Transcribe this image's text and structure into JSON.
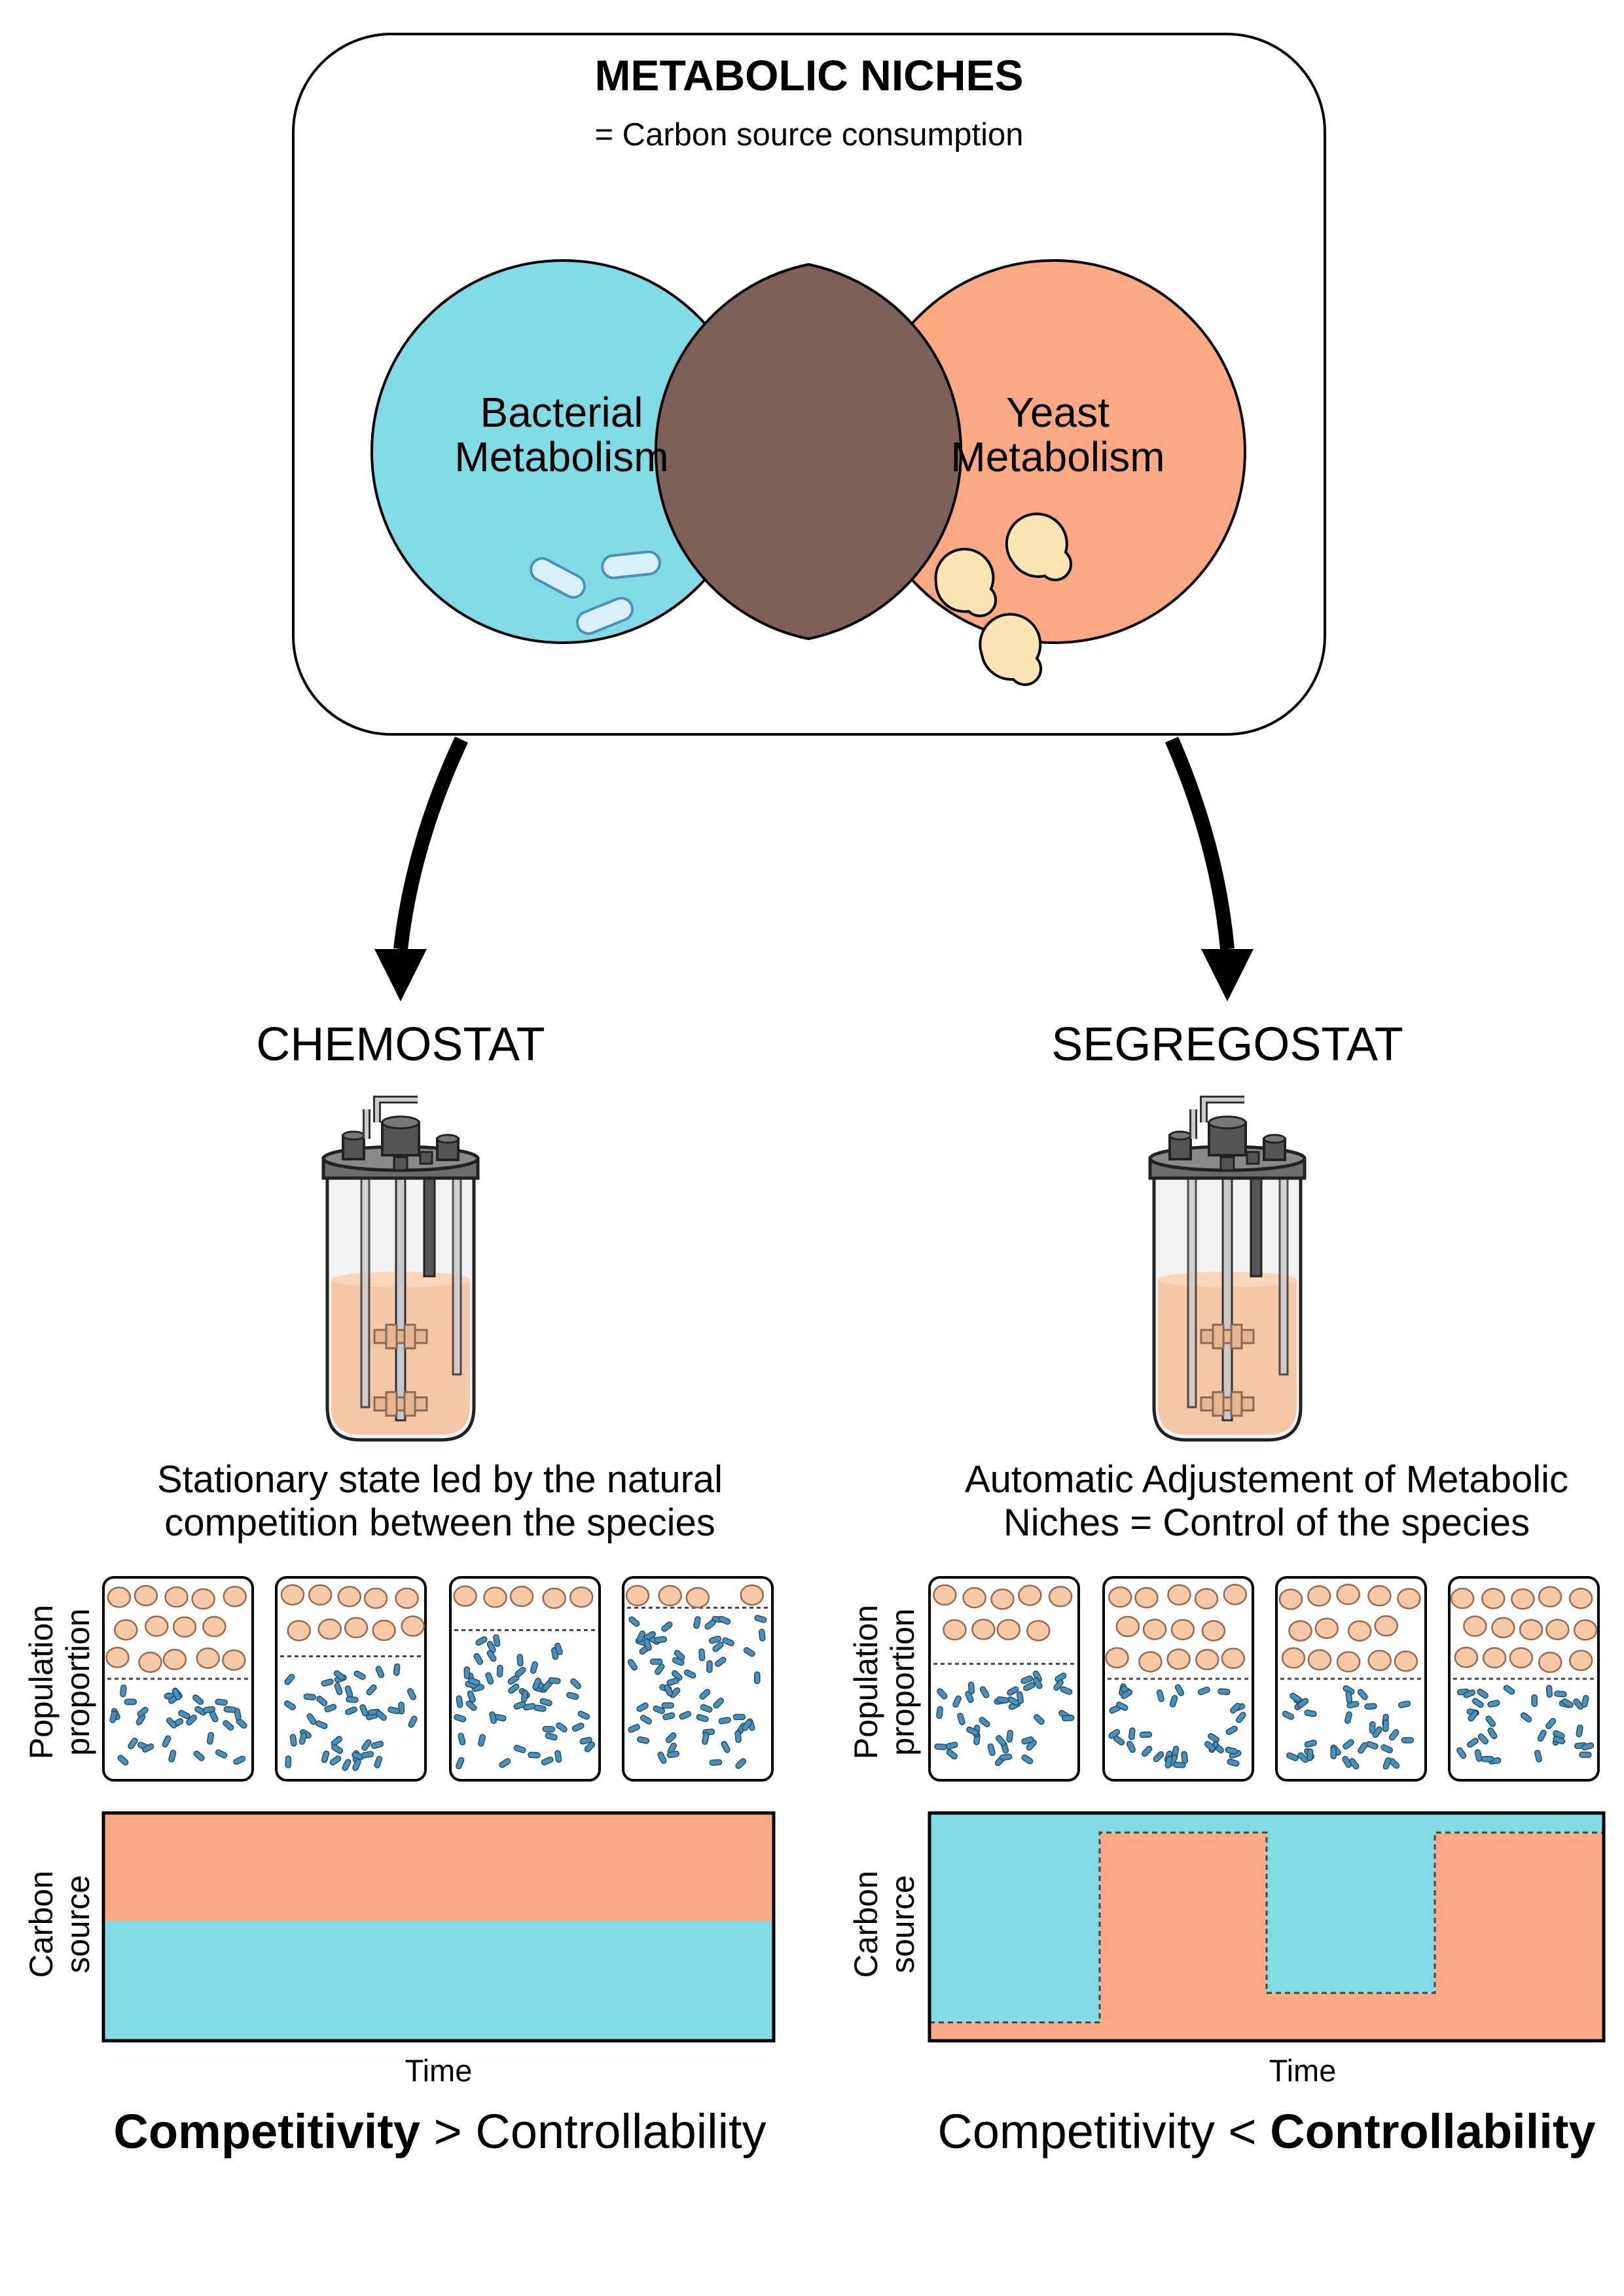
{
  "venn": {
    "title": "METABOLIC NICHES",
    "subtitle": "= Carbon source consumption",
    "left_line1": "Bacterial",
    "left_line2": "Metabolism",
    "right_line1": "Yeast",
    "right_line2": "Metabolism"
  },
  "left": {
    "title": "CHEMOSTAT",
    "desc_line1": "Stationary state led by the natural",
    "desc_line2": "competition between the species",
    "pop_label_1": "Population",
    "pop_label_2": "proportion",
    "carbon_label_1": "Carbon",
    "carbon_label_2": "source",
    "time_label": "Time",
    "conclusion_bold": "Competitivity",
    "conclusion_rest": " > Controllability",
    "panels_yeast_fraction": [
      0.5,
      0.38,
      0.24,
      0.12
    ]
  },
  "right": {
    "title": "SEGREGOSTAT",
    "desc_line1": "Automatic Adjustement of Metabolic",
    "desc_line2": "Niches = Control of the species",
    "pop_label_1": "Population",
    "pop_label_2": "proportion",
    "carbon_label_1": "Carbon",
    "carbon_label_2": "source",
    "time_label": "Time",
    "conclusion_rest": "Competitivity < ",
    "conclusion_bold": "Controllability",
    "panels_yeast_fraction": [
      0.42,
      0.5,
      0.5,
      0.5
    ]
  },
  "colors": {
    "bacteria": "#80dbe4",
    "yeast": "#fba884",
    "overlap": "#7d6159",
    "yeast_cell": "#f5c9a6",
    "bacteria_cell": "#4a90b8",
    "reactor_liquid": "#f4c29f",
    "reactor_metal": "#6d6d6d"
  }
}
